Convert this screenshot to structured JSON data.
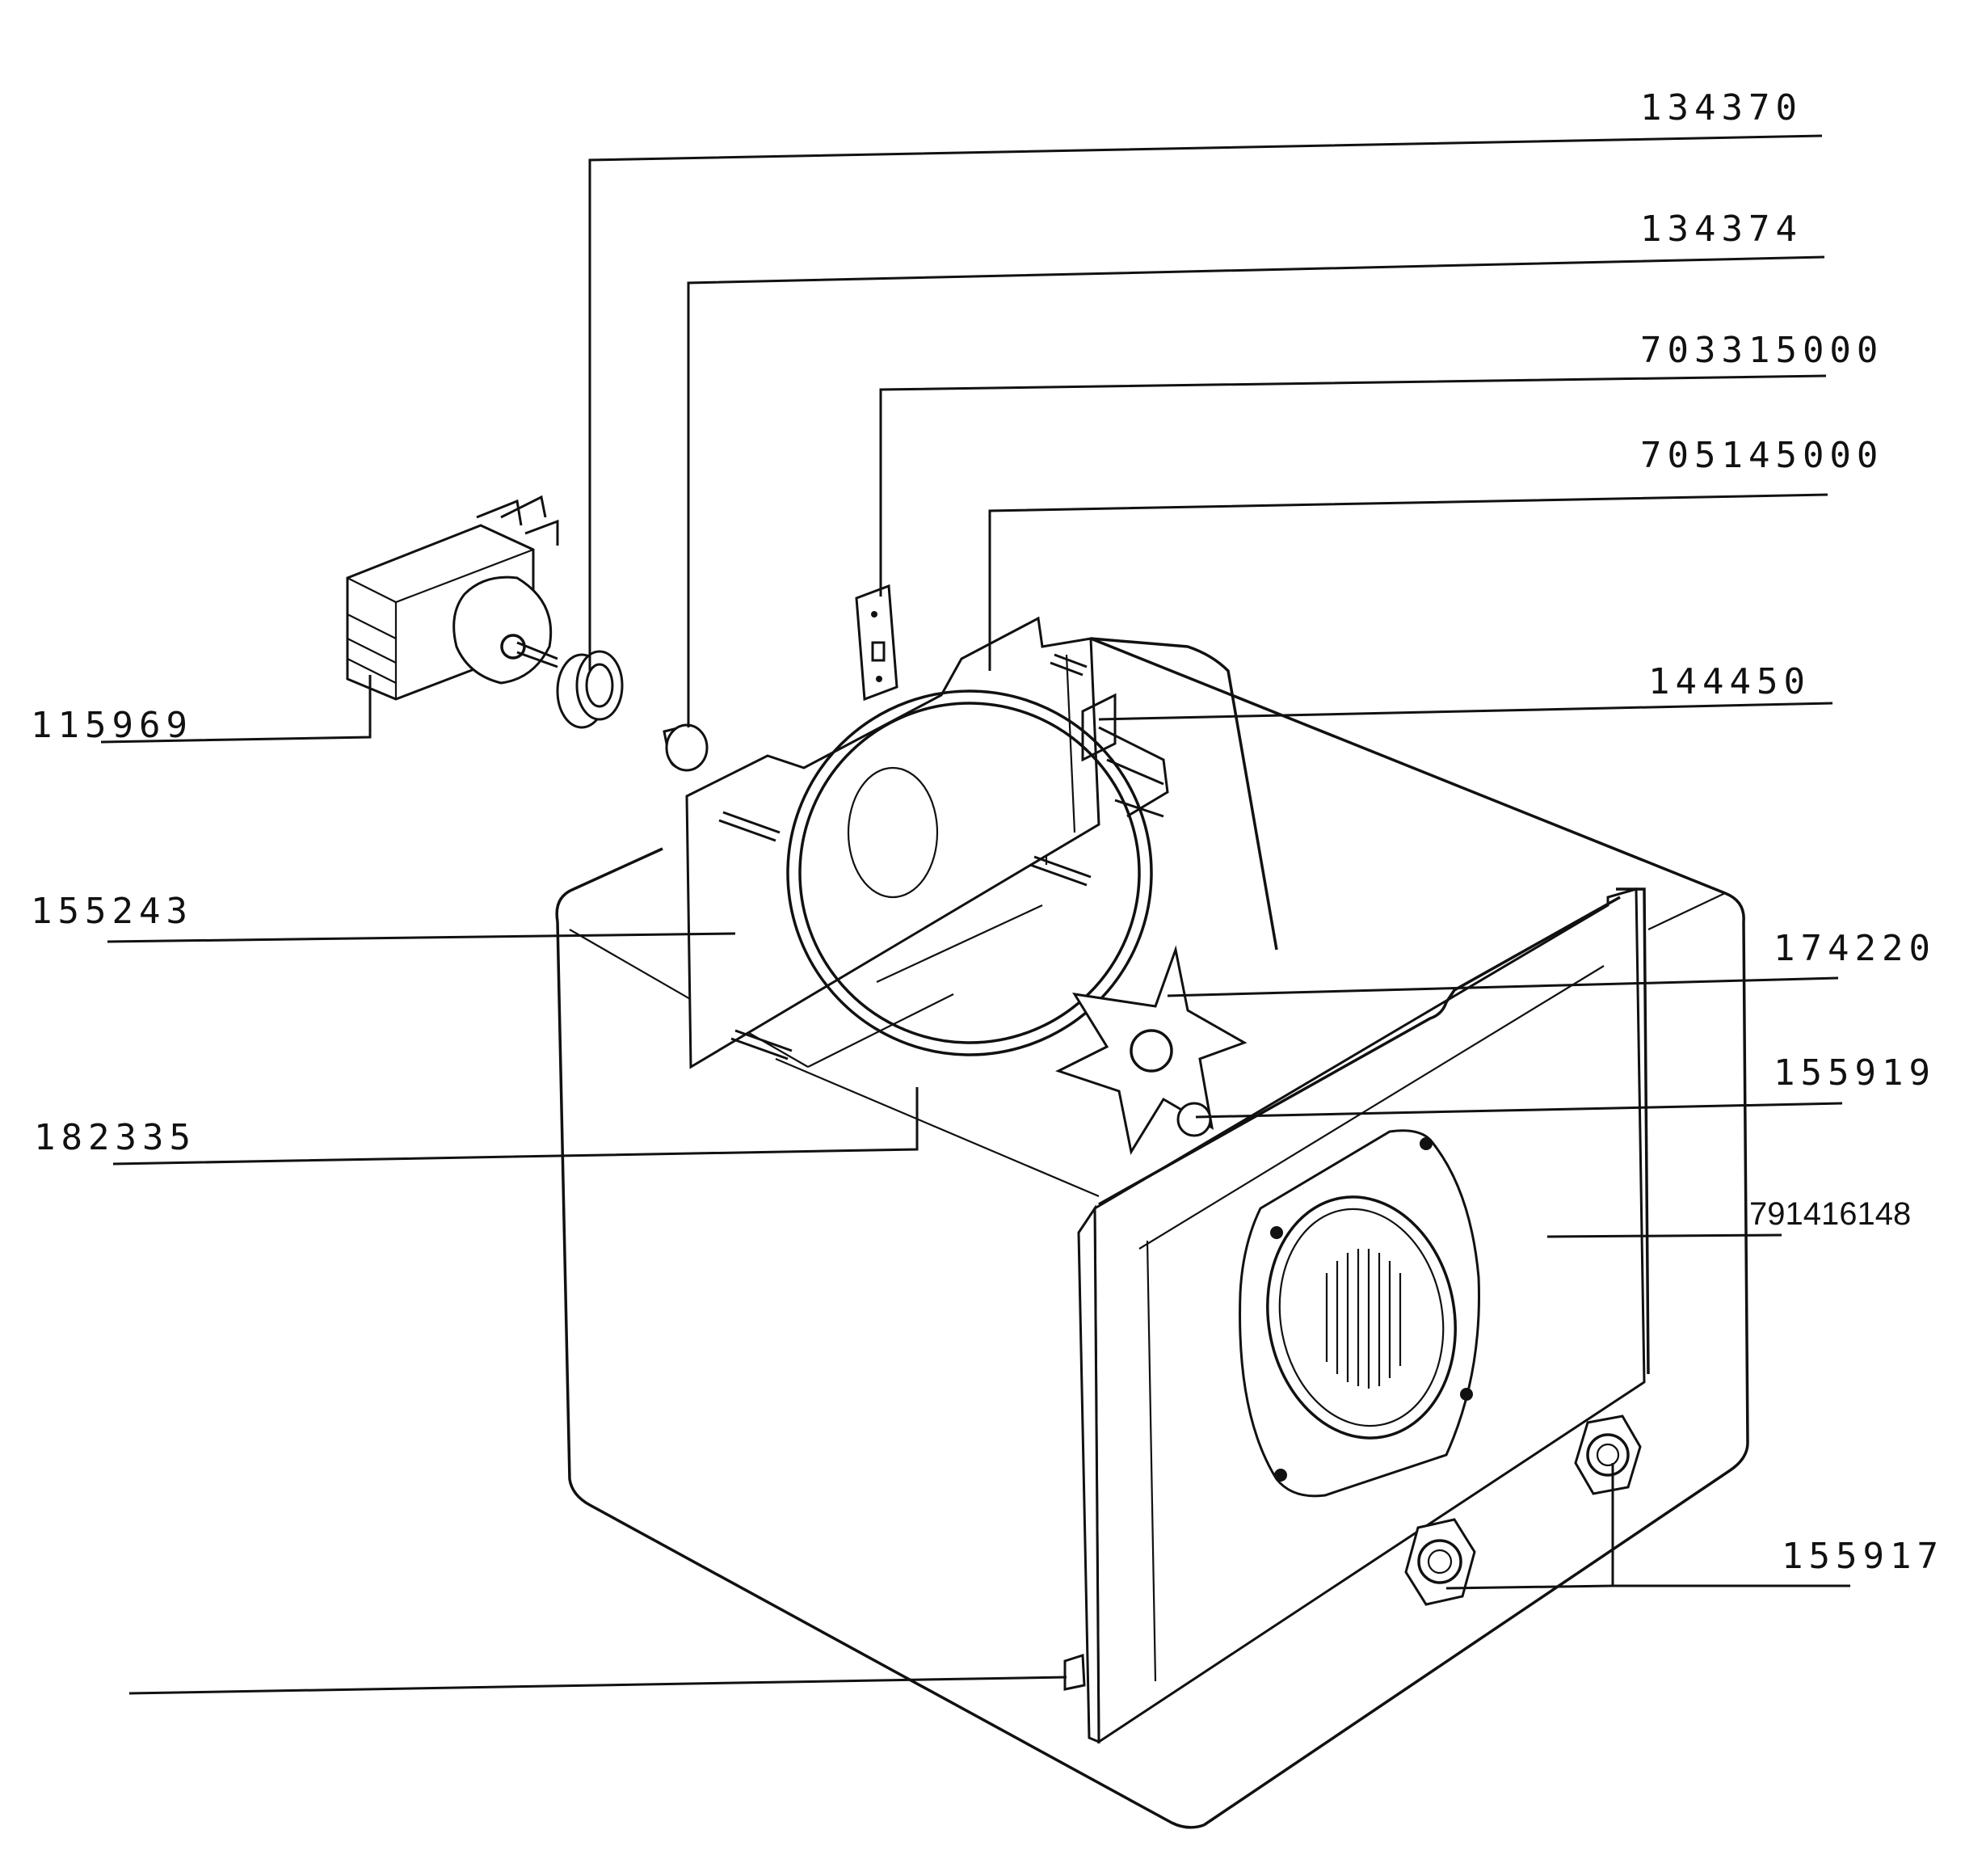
{
  "labels": {
    "l134370": "134370",
    "l134374": "134374",
    "l703315000": "703315000",
    "l705145000": "705145000",
    "l144450": "144450",
    "l115969": "115969",
    "l155243": "155243",
    "l174220": "174220",
    "l155919": "155919",
    "l182335": "182335",
    "l791416148": "791416148",
    "l155917": "155917"
  }
}
